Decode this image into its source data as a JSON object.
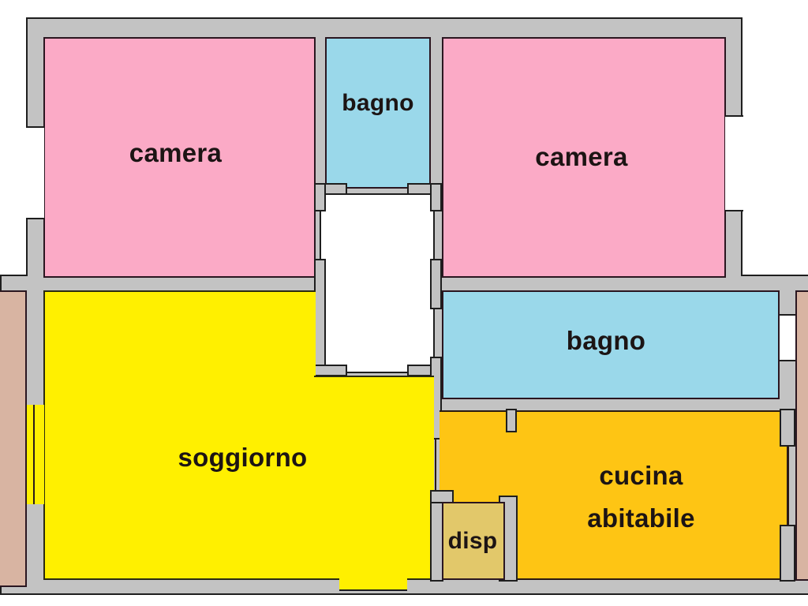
{
  "plan": {
    "colors": {
      "wall": "#c3c3c3",
      "camera": "#fbaac6",
      "bagno": "#9ad8ea",
      "soggiorno": "#fff000",
      "cucina": "#fec514",
      "disp": "#e2c86a",
      "balcony": "#d8b4a2",
      "hall": "#ffffff"
    },
    "rooms": [
      {
        "id": "camera-left",
        "label": "camera"
      },
      {
        "id": "bagno-top",
        "label": "bagno"
      },
      {
        "id": "camera-right",
        "label": "camera"
      },
      {
        "id": "soggiorno",
        "label": "soggiorno"
      },
      {
        "id": "bagno-right",
        "label": "bagno"
      },
      {
        "id": "cucina",
        "label": "cucina abitabile",
        "lines": [
          "cucina",
          "abitabile"
        ]
      },
      {
        "id": "disp",
        "label": "disp"
      }
    ]
  }
}
